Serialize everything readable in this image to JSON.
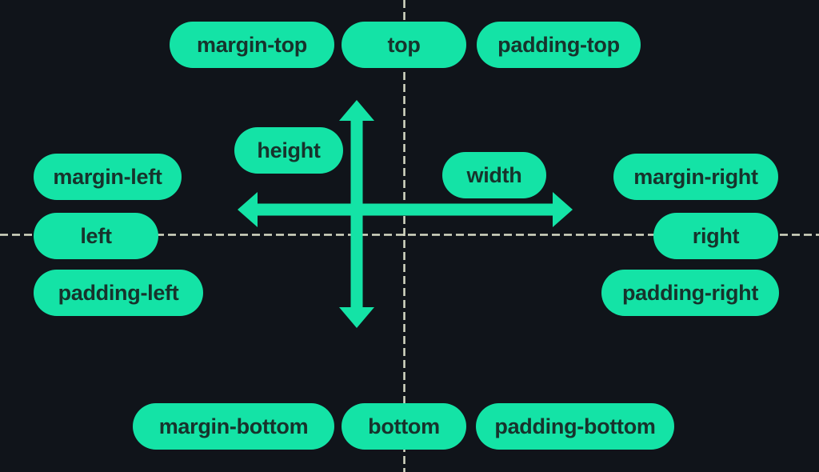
{
  "colors": {
    "background": "#10141a",
    "accent": "#14e3a6",
    "pill_text": "#17332c",
    "dash": "#d6d9c4"
  },
  "pills": {
    "top_row": {
      "margin_top": "margin-top",
      "top": "top",
      "padding_top": "padding-top"
    },
    "center": {
      "height": "height",
      "width": "width"
    },
    "left_column": {
      "margin_left": "margin-left",
      "left": "left",
      "padding_left": "padding-left"
    },
    "right_column": {
      "margin_right": "margin-right",
      "right": "right",
      "padding_right": "padding-right"
    },
    "bottom_row": {
      "margin_bottom": "margin-bottom",
      "bottom": "bottom",
      "padding_bottom": "padding-bottom"
    }
  },
  "shapes": {
    "vertical_arrow_icon": "double-headed-vertical-arrow",
    "horizontal_arrow_icon": "double-headed-horizontal-arrow",
    "vertical_guide": "vertical-dashed-line",
    "horizontal_guide": "horizontal-dashed-line"
  }
}
